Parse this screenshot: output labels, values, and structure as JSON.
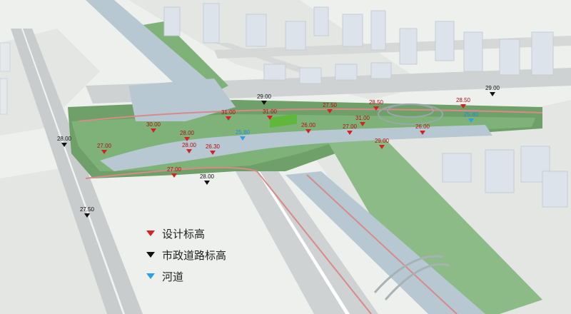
{
  "legend": {
    "items": [
      {
        "label": "设计标高",
        "color": "#d42222"
      },
      {
        "label": "市政道路标高",
        "color": "#111111"
      },
      {
        "label": "河道",
        "color": "#2aa3e6"
      }
    ]
  },
  "markers": [
    {
      "value": "29.00",
      "kind": "road"
    },
    {
      "value": "29.00",
      "kind": "road"
    },
    {
      "value": "28.00",
      "kind": "road"
    },
    {
      "value": "28.00",
      "kind": "road"
    },
    {
      "value": "27.50",
      "kind": "road"
    },
    {
      "value": "31.00",
      "kind": "design"
    },
    {
      "value": "30.00",
      "kind": "design"
    },
    {
      "value": "28.00",
      "kind": "design"
    },
    {
      "value": "31.00",
      "kind": "design"
    },
    {
      "value": "27.50",
      "kind": "design"
    },
    {
      "value": "28.50",
      "kind": "design"
    },
    {
      "value": "26.00",
      "kind": "design"
    },
    {
      "value": "27.00",
      "kind": "design"
    },
    {
      "value": "26.00",
      "kind": "design"
    },
    {
      "value": "29.00",
      "kind": "design"
    },
    {
      "value": "26.30",
      "kind": "design"
    },
    {
      "value": "27.00",
      "kind": "design"
    },
    {
      "value": "27.00",
      "kind": "design"
    },
    {
      "value": "28.50",
      "kind": "design"
    },
    {
      "value": "31.00",
      "kind": "design"
    },
    {
      "value": "28.00",
      "kind": "design"
    },
    {
      "value": "25.80",
      "kind": "river"
    },
    {
      "value": "25.80",
      "kind": "river"
    }
  ]
}
